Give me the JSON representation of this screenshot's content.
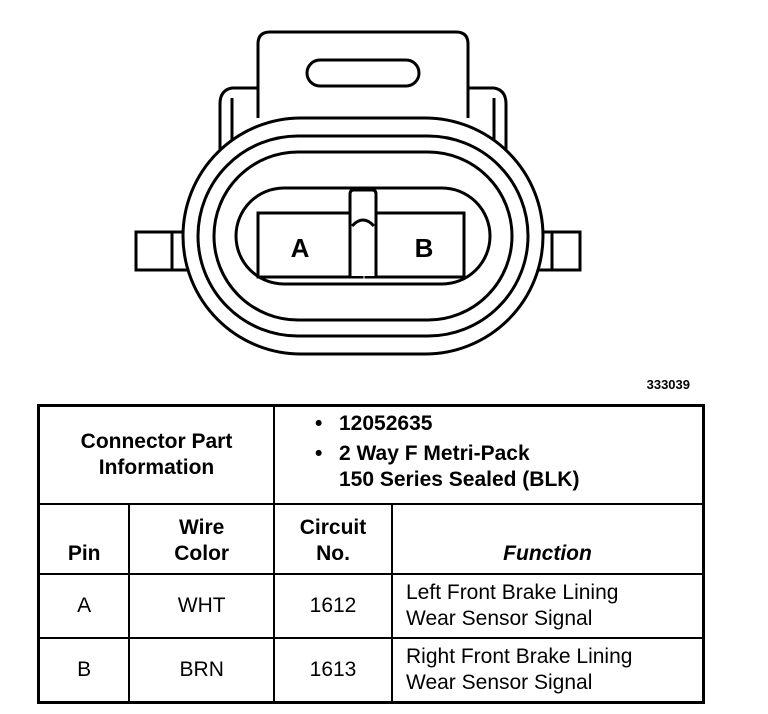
{
  "diagram": {
    "pin_labels": [
      "A",
      "B"
    ],
    "figure_id": "333039"
  },
  "connector_info": {
    "label_line1": "Connector Part",
    "label_line2": "Information",
    "part_number": "12052635",
    "description_line1": "2 Way F Metri-Pack",
    "description_line2": "150 Series Sealed (BLK)"
  },
  "columns": {
    "pin": "Pin",
    "wire_color_line1": "Wire",
    "wire_color_line2": "Color",
    "circuit_line1": "Circuit",
    "circuit_line2": "No.",
    "function": "Function"
  },
  "rows": [
    {
      "pin": "A",
      "wire_color": "WHT",
      "circuit": "1612",
      "function_line1": "Left Front Brake Lining",
      "function_line2": "Wear Sensor Signal"
    },
    {
      "pin": "B",
      "wire_color": "BRN",
      "circuit": "1613",
      "function_line1": "Right Front Brake Lining",
      "function_line2": "Wear Sensor Signal"
    }
  ]
}
